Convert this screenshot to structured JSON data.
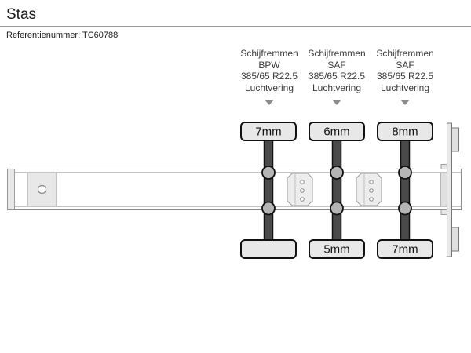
{
  "header": {
    "title": "Stas",
    "reference": "Referentienummer: TC60788"
  },
  "axles": [
    {
      "brakes": "Schijfremmen",
      "brand": "BPW",
      "tire_size": "385/65 R22.5",
      "suspension": "Luchtvering",
      "top_tread": "7mm",
      "bottom_tread": ""
    },
    {
      "brakes": "Schijfremmen",
      "brand": "SAF",
      "tire_size": "385/65 R22.5",
      "suspension": "Luchtvering",
      "top_tread": "6mm",
      "bottom_tread": "5mm"
    },
    {
      "brakes": "Schijfremmen",
      "brand": "SAF",
      "tire_size": "385/65 R22.5",
      "suspension": "Luchtvering",
      "top_tread": "8mm",
      "bottom_tread": "7mm"
    }
  ],
  "icons": {
    "axle_pointer": "triangle-down"
  },
  "colors": {
    "tire_fill": "#e8e8e8",
    "tire_border": "#111111",
    "axle_bar": "#4a4a4a",
    "bellow_fill": "#b5b5b5",
    "frame_line": "#8a8a8a",
    "plate_fill": "#ededed",
    "arrow": "#8c8c8c",
    "separator": "#9a9a9a"
  }
}
